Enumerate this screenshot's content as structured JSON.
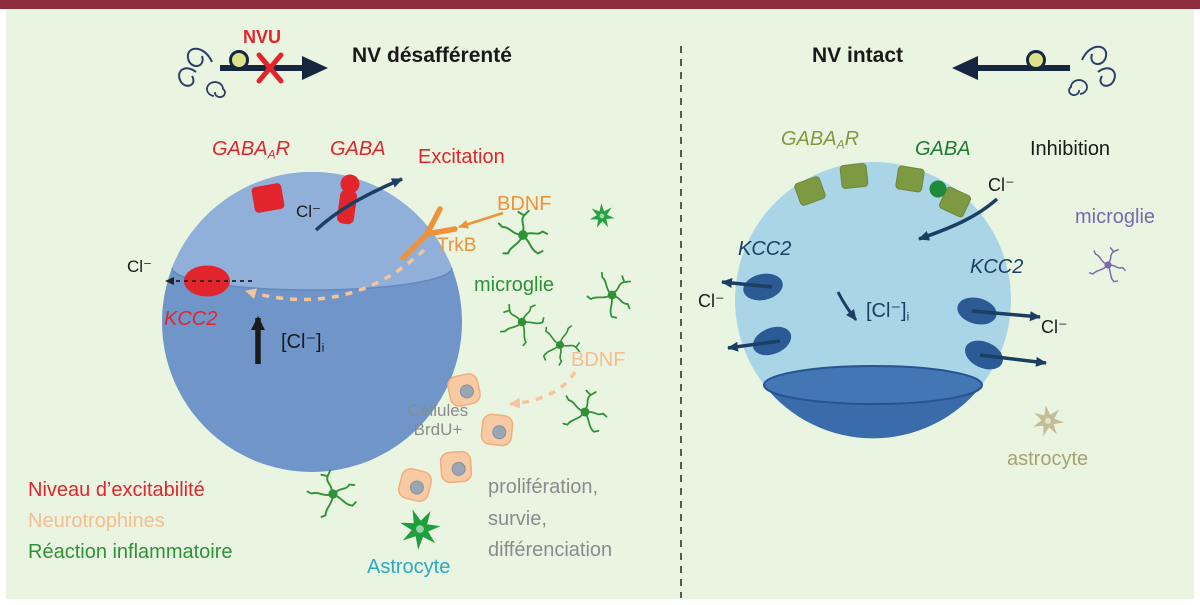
{
  "colors": {
    "top_bar": "#8c2e40",
    "background": "#eaf5e1",
    "excitability_red": "#e2252c",
    "neurotrophin_orange": "#ef923c",
    "neurotrophin_peach": "#f5bd90",
    "inflammation_green": "#2f9137",
    "gaba_dark_green": "#1e7a34",
    "receptor_olive": "#7d9a43",
    "navy": "#1c3e63",
    "astrocyte_teal": "#2aa9c0",
    "microglia_purple": "#7b68ae",
    "astrocyte_tan": "#a9a172",
    "text_gray": "#8b8b8b",
    "neuron_left_fill": "#6f95c9",
    "neuron_left_cap": "#90b0da",
    "neuron_right_fill": "#aad5e6",
    "neuron_right_bottom": "#3a6cab"
  },
  "left": {
    "nvu_label": "NVU",
    "title": "NV désafférenté",
    "receptor_gabaa": {
      "pre": "GABA",
      "sub": "A",
      "post": "R"
    },
    "gaba": "GABA",
    "excitation": "Excitation",
    "cl_receptor": "Cl⁻",
    "bdnf_top": "BDNF",
    "trkb": "TrkB",
    "cl_out": "Cl⁻",
    "kcc2": "KCC2",
    "cl_internal": {
      "pre": "[Cl⁻]",
      "sub": "i"
    },
    "microglie": "microglie",
    "bdnf_bottom": "BDNF",
    "brdu_line1": "Cellules",
    "brdu_line2": "BrdU+",
    "proliferation": "prolifération,",
    "survie": "survie,",
    "differenciation": "différenciation",
    "astrocyte": "Astrocyte",
    "legend": [
      {
        "label": "Niveau d’excitabilité"
      },
      {
        "label": "Neurotrophines"
      },
      {
        "label": "Réaction inflammatoire"
      }
    ]
  },
  "right": {
    "title": "NV intact",
    "receptor_gabaa": {
      "pre": "GABA",
      "sub": "A",
      "post": "R"
    },
    "gaba": "GABA",
    "inhibition": "Inhibition",
    "cl_receptor": "Cl⁻",
    "microglie": "microglie",
    "kcc2_left": "KCC2",
    "kcc2_right": "KCC2",
    "cl_left": "Cl⁻",
    "cl_right": "Cl⁻",
    "cl_internal": {
      "pre": "[Cl⁻]",
      "sub": "i"
    },
    "astrocyte": "astrocyte"
  }
}
